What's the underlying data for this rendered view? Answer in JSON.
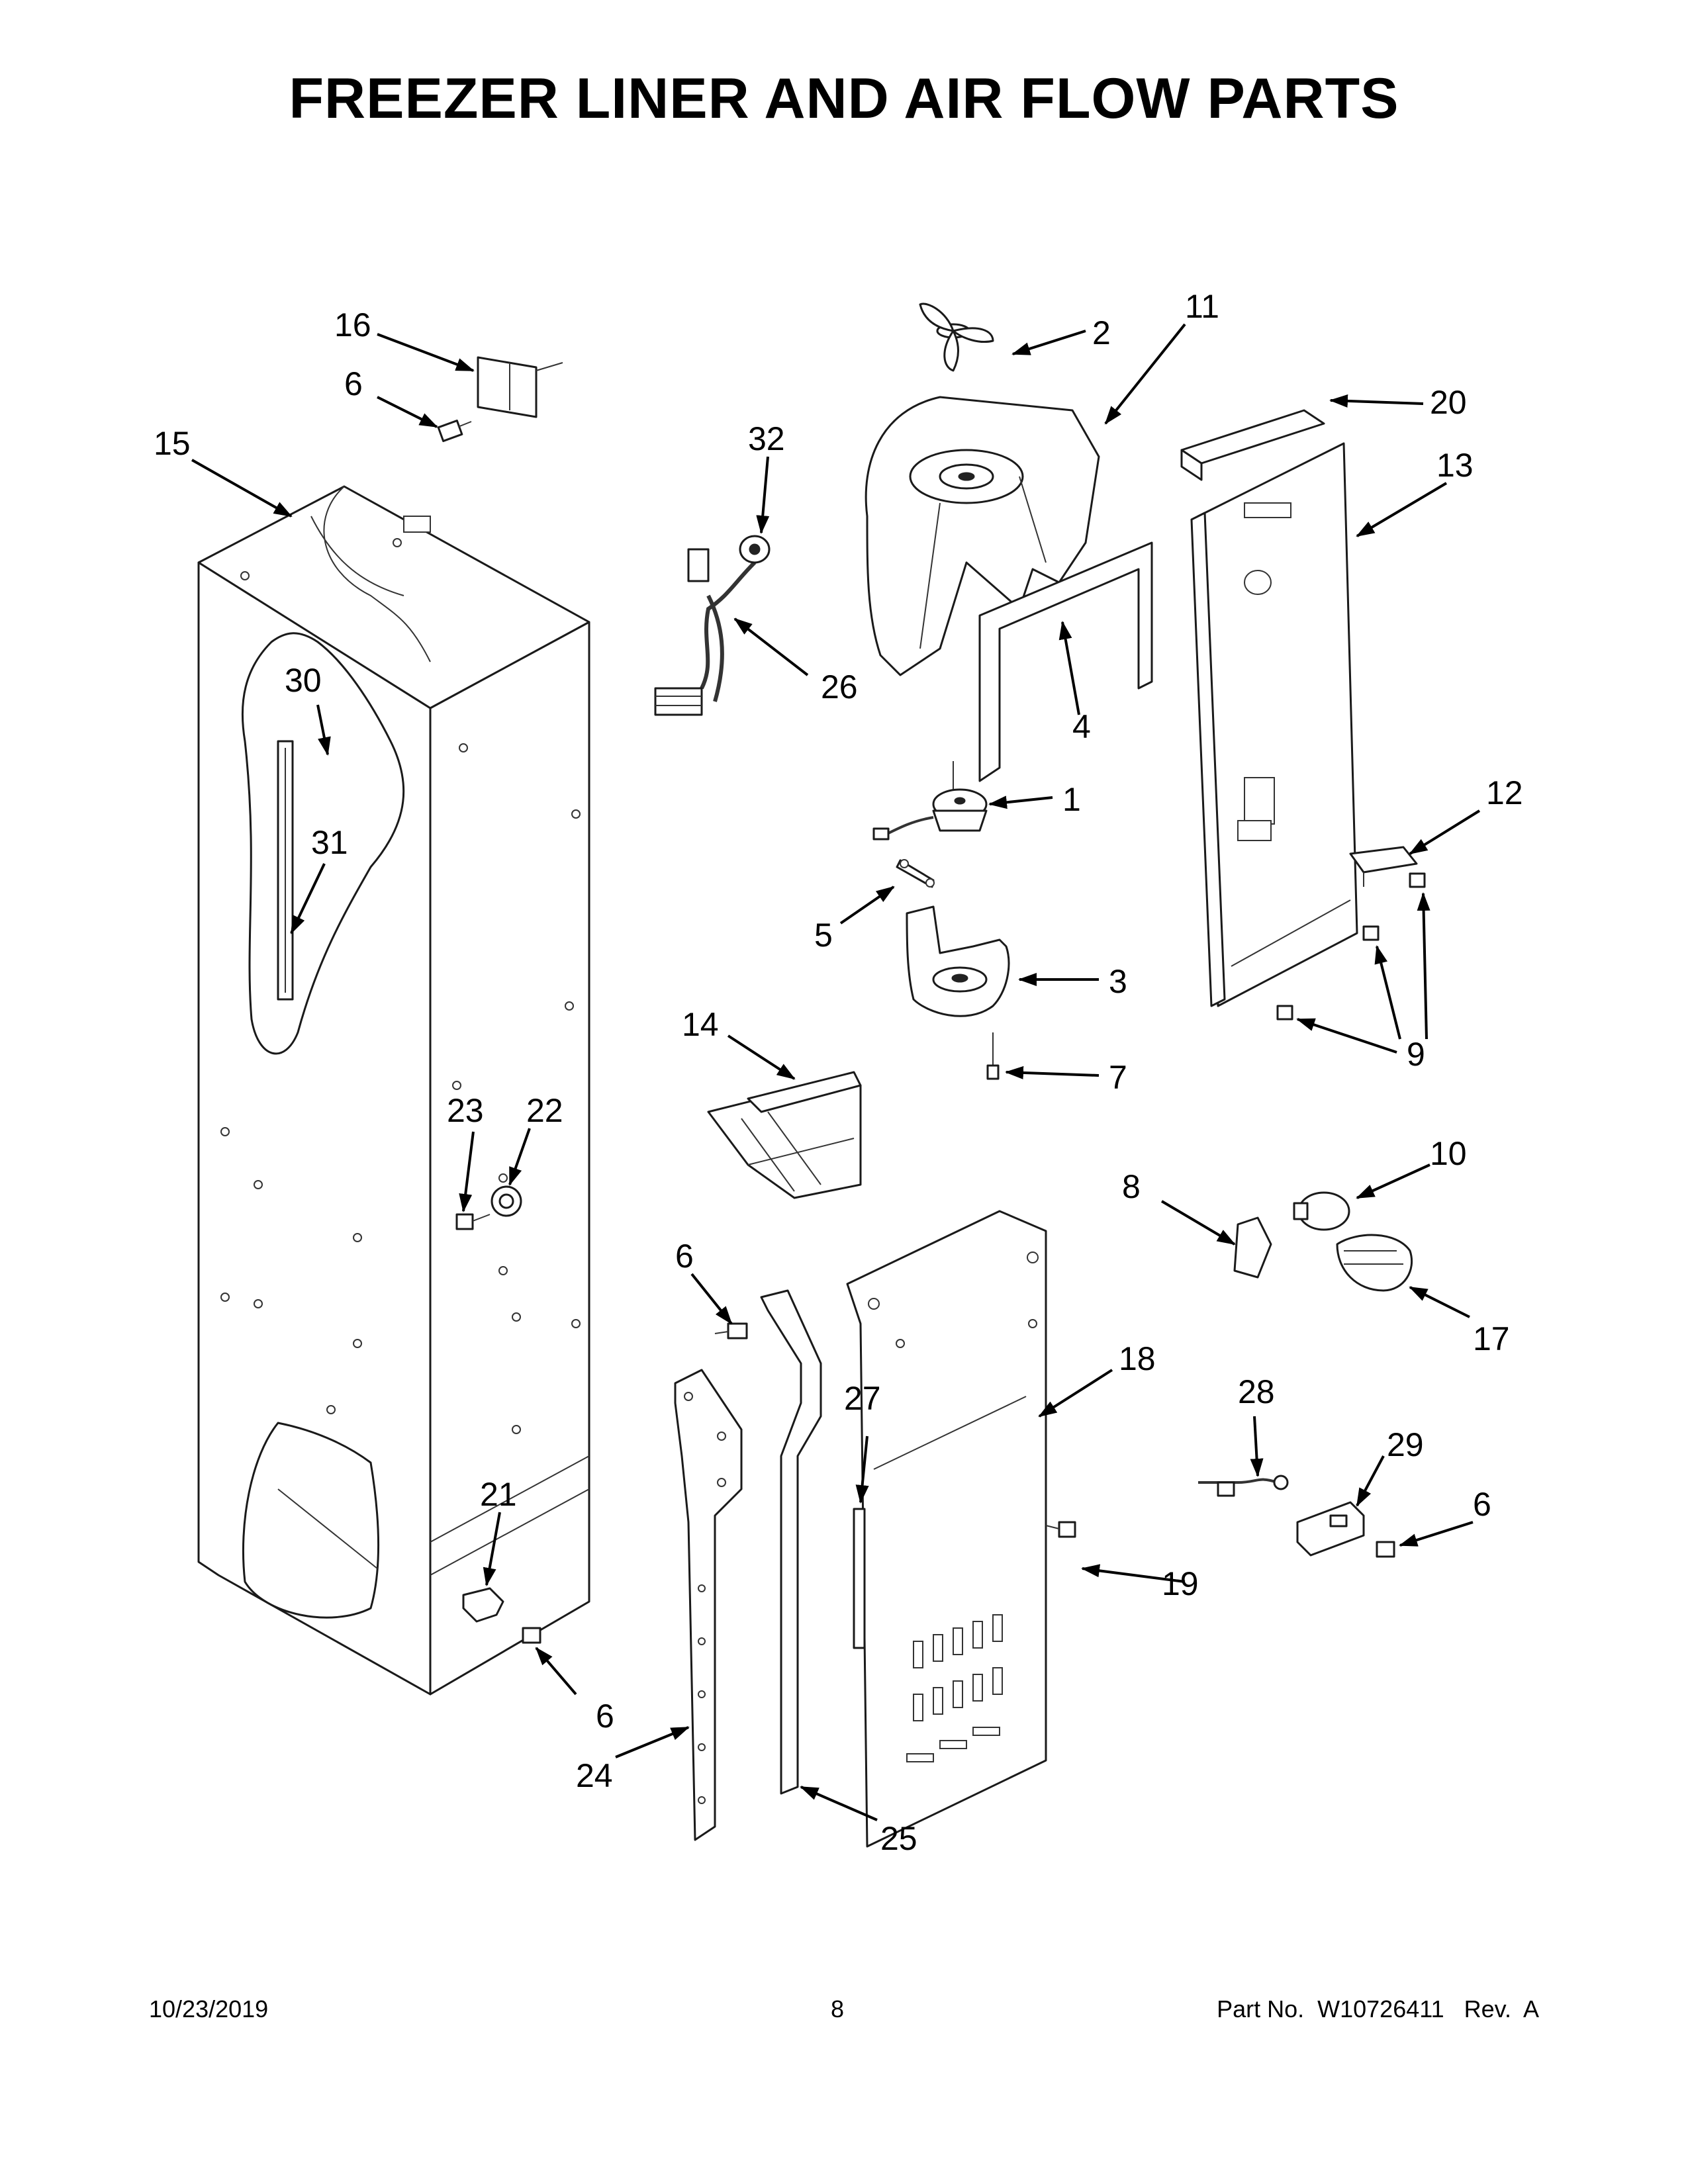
{
  "title": "FREEZER LINER AND AIR FLOW PARTS",
  "callouts": {
    "c1": "1",
    "c2": "2",
    "c3": "3",
    "c4": "4",
    "c5": "5",
    "c6a": "6",
    "c6b": "6",
    "c6c": "6",
    "c6d": "6",
    "c7": "7",
    "c8": "8",
    "c9": "9",
    "c10": "10",
    "c11": "11",
    "c12": "12",
    "c13": "13",
    "c14": "14",
    "c15": "15",
    "c16": "16",
    "c17": "17",
    "c18": "18",
    "c19": "19",
    "c20": "20",
    "c21": "21",
    "c22": "22",
    "c23": "23",
    "c24": "24",
    "c25": "25",
    "c26": "26",
    "c27": "27",
    "c28": "28",
    "c29": "29",
    "c30": "30",
    "c31": "31",
    "c32": "32"
  },
  "footer": {
    "date": "10/23/2019",
    "page": "8",
    "part": "Part No.  W10726411   Rev.  A"
  }
}
